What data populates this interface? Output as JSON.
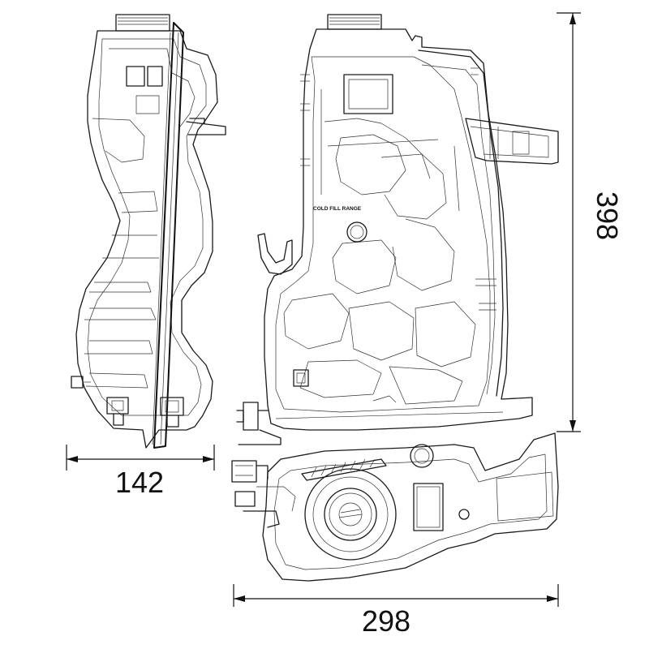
{
  "dimensions": {
    "depth": "142",
    "height": "398",
    "width": "298"
  },
  "tank_label": "COLD FILL RANGE"
}
